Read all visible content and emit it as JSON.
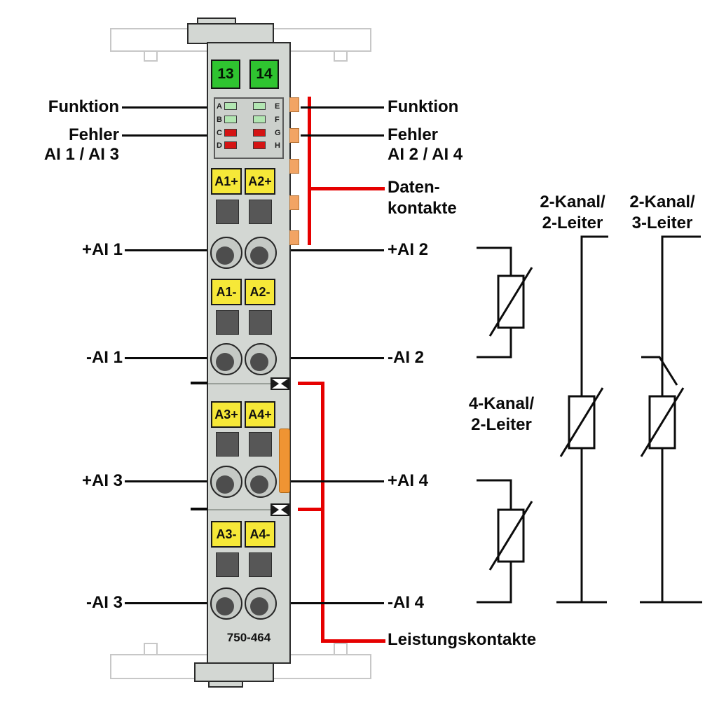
{
  "module": {
    "model": "750-464",
    "top_connectors": [
      {
        "label": "13"
      },
      {
        "label": "14"
      }
    ],
    "led_rows": [
      {
        "left": "A",
        "right": "E",
        "color": "#b2e6b2"
      },
      {
        "left": "B",
        "right": "F",
        "color": "#b2e6b2"
      },
      {
        "left": "C",
        "right": "G",
        "color": "#d41414"
      },
      {
        "left": "D",
        "right": "H",
        "color": "#d41414"
      }
    ],
    "terminal_rows": [
      {
        "left": "A1+",
        "right": "A2+"
      },
      {
        "left": "A1-",
        "right": "A2-"
      },
      {
        "left": "A3+",
        "right": "A4+"
      },
      {
        "left": "A3-",
        "right": "A4-"
      }
    ]
  },
  "callouts_left": {
    "funktion": "Funktion",
    "fehler": "Fehler",
    "fehler_channels": "AI 1 / AI 3",
    "ai1_plus": "+AI 1",
    "ai1_minus": "-AI 1",
    "ai3_plus": "+AI 3",
    "ai3_minus": "-AI 3"
  },
  "callouts_right": {
    "funktion": "Funktion",
    "fehler": "Fehler",
    "fehler_channels": "AI 2 / AI 4",
    "daten_line1": "Daten-",
    "daten_line2": "kontakte",
    "ai2_plus": "+AI 2",
    "ai2_minus": "-AI 2",
    "ai4_plus": "+AI 4",
    "ai4_minus": "-AI 4",
    "leistungskontakte": "Leistungskontakte"
  },
  "wiring_labels": {
    "ch2_2wire_line1": "2-Kanal/",
    "ch2_2wire_line2": "2-Leiter",
    "ch2_3wire_line1": "2-Kanal/",
    "ch2_3wire_line2": "3-Leiter",
    "ch4_2wire_line1": "4-Kanal/",
    "ch4_2wire_line2": "2-Leiter"
  },
  "colors": {
    "callout_red": "#e60000",
    "connector_green": "#2fc430",
    "terminal_yellow": "#f6e838",
    "contact_orange": "#f2a464",
    "power_contact_orange": "#ef9433",
    "led_green": "#b2e6b2",
    "led_red": "#d41414"
  }
}
